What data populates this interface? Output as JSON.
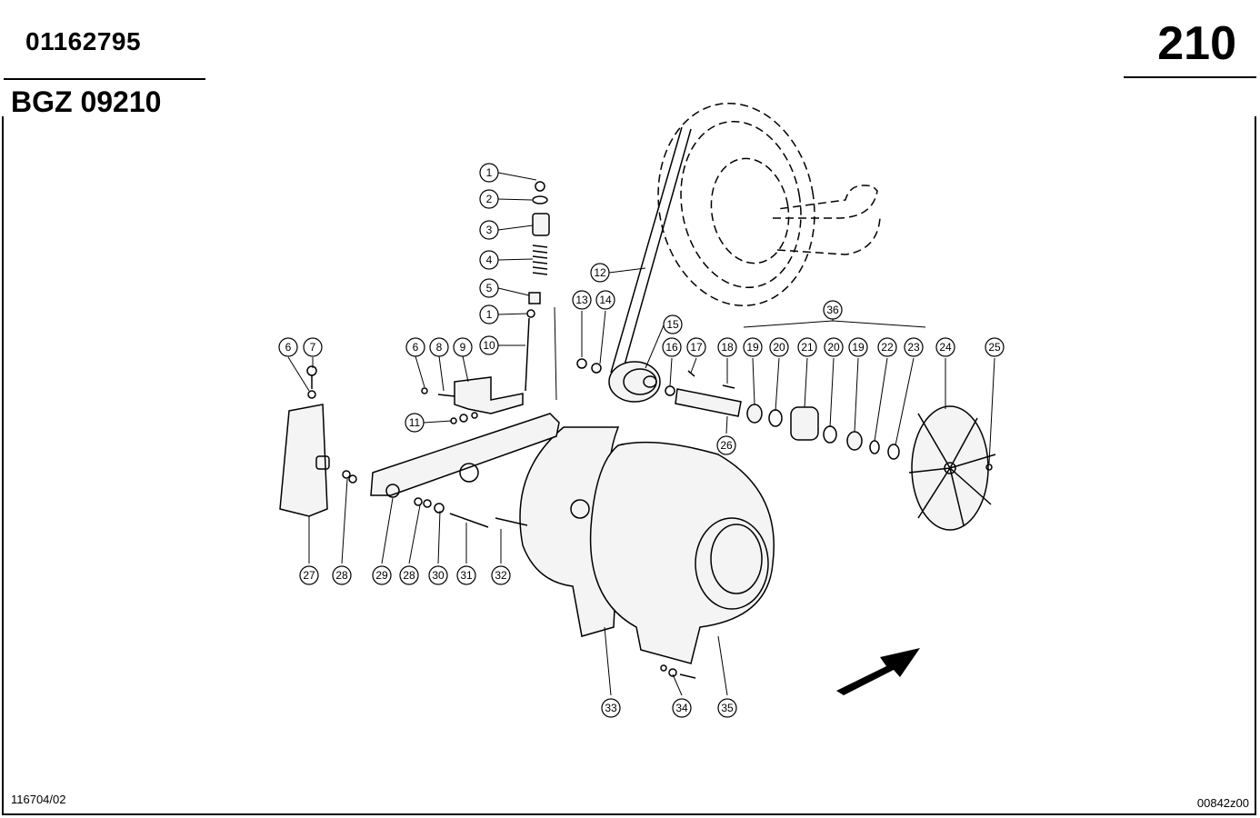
{
  "header": {
    "part_number": "01162795",
    "group_number": "BGZ 09210",
    "page_number": "210"
  },
  "footer": {
    "left_ref": "116704/02",
    "right_ref": "00842z00"
  },
  "callouts": [
    "1",
    "2",
    "3",
    "4",
    "5",
    "1",
    "6",
    "8",
    "9",
    "10",
    "11",
    "6",
    "7",
    "12",
    "13",
    "14",
    "15",
    "16",
    "17",
    "18",
    "19",
    "20",
    "21",
    "20",
    "19",
    "22",
    "23",
    "24",
    "25",
    "36",
    "26",
    "27",
    "28",
    "29",
    "28",
    "30",
    "31",
    "32",
    "33",
    "34",
    "35"
  ]
}
